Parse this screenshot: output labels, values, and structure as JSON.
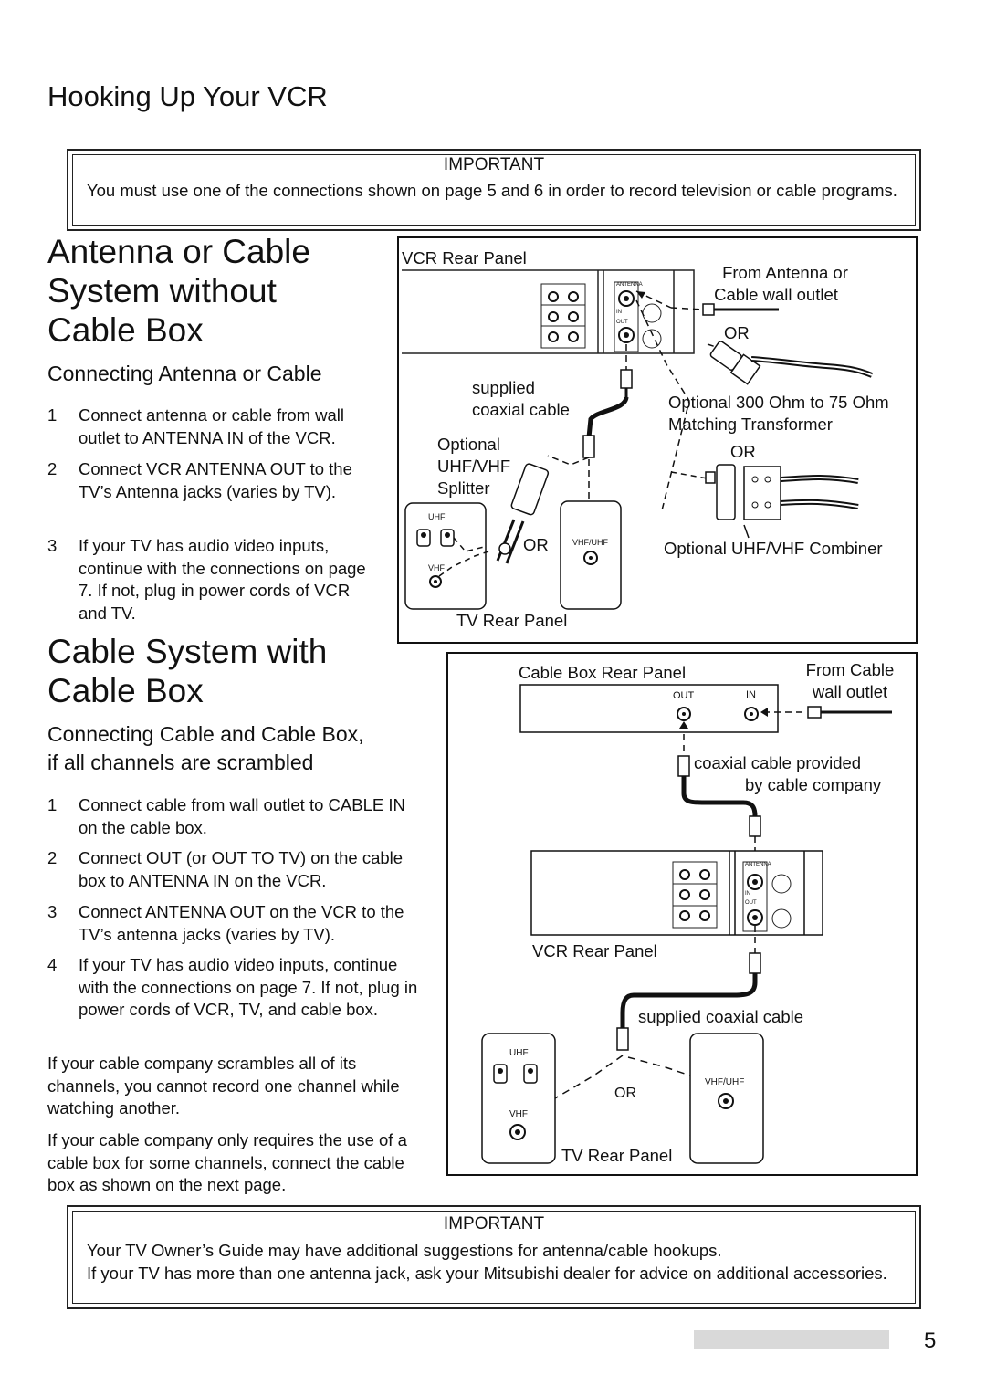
{
  "page_title": "Hooking Up Your VCR",
  "important_top": {
    "heading": "IMPORTANT",
    "text": "You must use one of the connections shown on page 5 and 6 in order to record television or cable programs."
  },
  "section1": {
    "title_line1": "Antenna or Cable",
    "title_line2": "System without",
    "title_line3": "Cable Box",
    "subtitle": "Connecting Antenna or Cable",
    "steps": [
      {
        "num": "1",
        "text": "Connect antenna or cable from wall outlet to ANTENNA IN of the VCR."
      },
      {
        "num": "2",
        "text": "Connect VCR ANTENNA OUT to the TV’s Antenna jacks (varies by TV)."
      },
      {
        "num": "3",
        "text": "If your TV has audio video inputs, continue with the connections on page 7.  If not, plug in power cords of VCR and TV."
      }
    ]
  },
  "section2": {
    "title_line1": "Cable System with",
    "title_line2": "Cable Box",
    "subtitle_line1": "Connecting Cable and Cable Box,",
    "subtitle_line2": "if all channels are scrambled",
    "steps": [
      {
        "num": "1",
        "text": "Connect cable from wall outlet to CABLE IN on the cable box."
      },
      {
        "num": "2",
        "text": "Connect OUT (or OUT TO TV) on the cable box to ANTENNA IN on the VCR."
      },
      {
        "num": "3",
        "text": "Connect ANTENNA OUT on the VCR to the TV’s antenna jacks (varies by TV)."
      },
      {
        "num": "4",
        "text": "If your TV has audio video inputs, continue with the connections on page 7. If not, plug in power cords of VCR, TV, and cable box."
      }
    ],
    "para1": "If your cable company scrambles all of its channels, you cannot record one channel while watching another.",
    "para2": "If your cable company only requires the use of a cable box for some channels, connect the cable box as shown on the next page."
  },
  "diagram1": {
    "vcr_rear_panel": "VCR Rear Panel",
    "from_antenna_l1": "From Antenna or",
    "from_antenna_l2": "Cable wall outlet",
    "or1": "OR",
    "supplied_l1": "supplied",
    "supplied_l2": "coaxial cable",
    "optional_300_l1": "Optional 300 Ohm to 75 Ohm",
    "optional_300_l2": "Matching Transformer",
    "or2": "OR",
    "splitter_l1": "Optional",
    "splitter_l2": "UHF/VHF",
    "splitter_l3": "Splitter",
    "or3": "OR",
    "combiner": "Optional UHF/VHF Combiner",
    "tv_rear_panel": "TV Rear Panel",
    "uhf": "UHF",
    "vhf": "VHF",
    "vhf_uhf": "VHF/UHF",
    "antenna": "ANTENNA",
    "in": "IN",
    "out": "OUT"
  },
  "diagram2": {
    "cable_box_rear_panel": "Cable Box  Rear Panel",
    "from_cable_l1": "From Cable",
    "from_cable_l2": "wall outlet",
    "out": "OUT",
    "in": "IN",
    "coax_provided_l1": "coaxial cable provided",
    "coax_provided_l2": "by cable company",
    "vcr_rear_panel": "VCR Rear Panel",
    "supplied_coax": "supplied coaxial cable",
    "uhf": "UHF",
    "vhf": "VHF",
    "or": "OR",
    "vhf_uhf": "VHF/UHF",
    "tv_rear_panel": "TV Rear Panel",
    "antenna": "ANTENNA",
    "ant_in": "IN",
    "ant_out": "OUT"
  },
  "important_bottom": {
    "heading": "IMPORTANT",
    "line1": "Your TV Owner’s Guide may have additional suggestions for antenna/cable hookups.",
    "line2": "If your TV has more than one antenna jack, ask your Mitsubishi dealer for advice on additional accessories."
  },
  "page_number": "5"
}
